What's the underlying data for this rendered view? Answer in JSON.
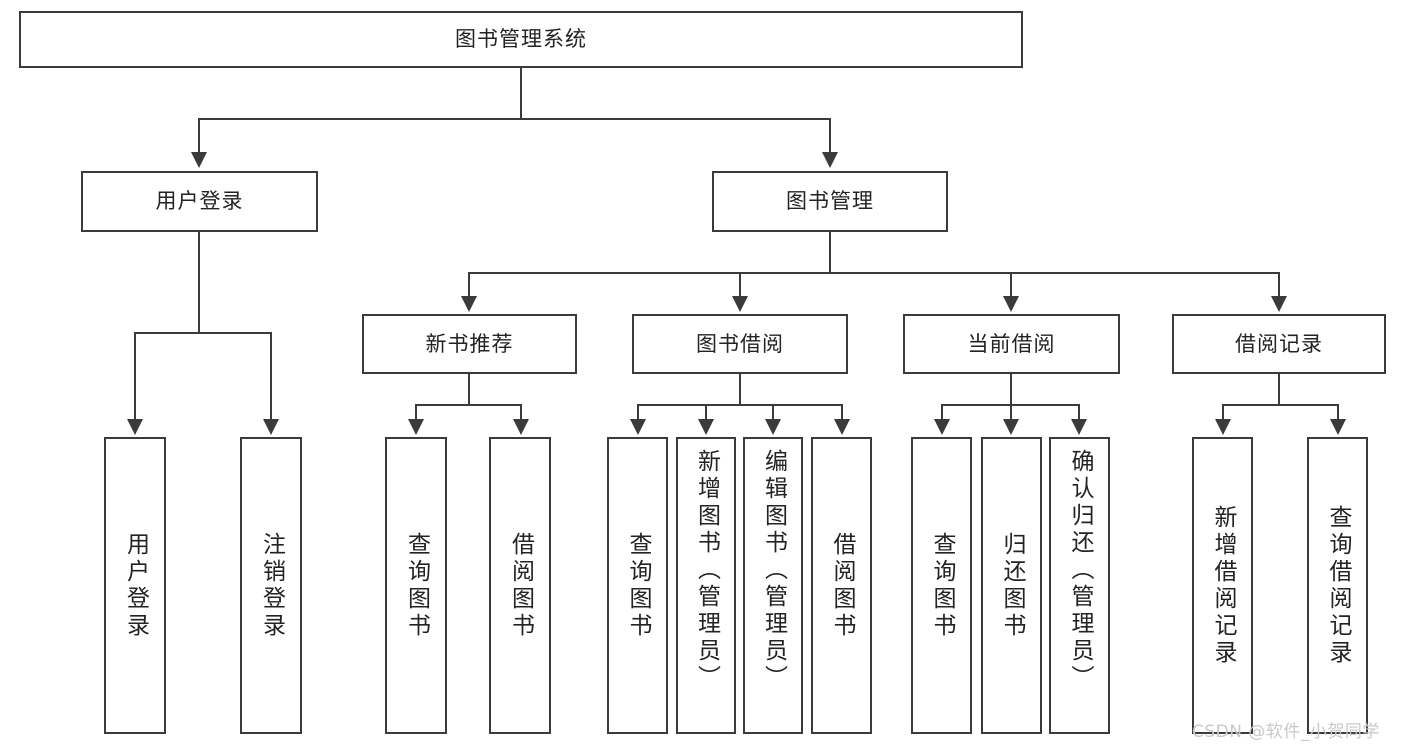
{
  "diagram": {
    "type": "tree",
    "title": "图书管理系统",
    "root": {
      "label": "图书管理系统"
    },
    "level2": [
      {
        "label": "用户登录"
      },
      {
        "label": "图书管理"
      }
    ],
    "level3": [
      {
        "label": "新书推荐"
      },
      {
        "label": "图书借阅"
      },
      {
        "label": "当前借阅"
      },
      {
        "label": "借阅记录"
      }
    ],
    "leaves": {
      "user_login": [
        {
          "label": "用户登录"
        },
        {
          "label": "注销登录"
        }
      ],
      "new_book_recommend": [
        {
          "label": "查询图书"
        },
        {
          "label": "借阅图书"
        }
      ],
      "book_borrow": [
        {
          "label": "查询图书"
        },
        {
          "label": "新增图书（管理员）"
        },
        {
          "label": "编辑图书（管理员）"
        },
        {
          "label": "借阅图书"
        }
      ],
      "current_borrow": [
        {
          "label": "查询图书"
        },
        {
          "label": "归还图书"
        },
        {
          "label": "确认归还（管理员）"
        }
      ],
      "borrow_record": [
        {
          "label": "新增借阅记录"
        },
        {
          "label": "查询借阅记录"
        }
      ]
    }
  },
  "watermark": {
    "text": "CSDN @软件_小贺同学"
  },
  "colors": {
    "stroke": "#3b3b3b",
    "text": "#232323",
    "background": "#ffffff",
    "watermark": "#c9c9c9"
  }
}
